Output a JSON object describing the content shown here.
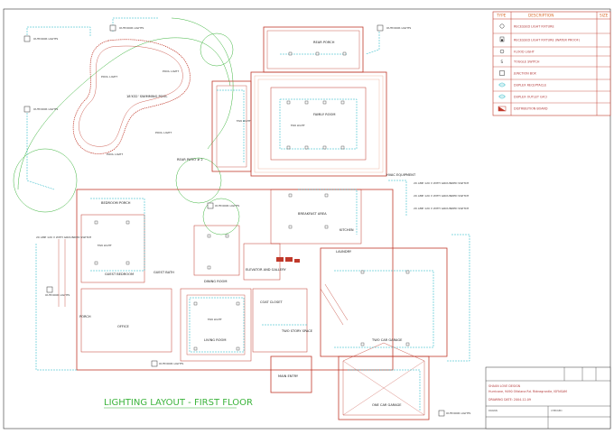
{
  "title": "LIGHTING LAYOUT - FIRST FLOOR",
  "legend": {
    "headers": {
      "type": "TYPE",
      "description": "DESCRIPTION",
      "size": "SIZE"
    },
    "items": [
      {
        "icon": "recessed-light-icon",
        "label": "RECESSED LIGHT FIXTURE"
      },
      {
        "icon": "recessed-light-water-proof-icon",
        "label": "RECESSED LIGHT FIXTURE (WATER PROOF)"
      },
      {
        "icon": "flood-light-icon",
        "label": "FLOOD LIGHT"
      },
      {
        "icon": "toggle-switch-icon",
        "label": "TOGGLE SWITCH"
      },
      {
        "icon": "junction-box-icon",
        "label": "JUNCTION BOX"
      },
      {
        "icon": "duplex-receptacle-icon",
        "label": "DUPLEX RECEPTACLE"
      },
      {
        "icon": "duplex-outlet-gfci-icon",
        "label": "DUPLEX OUTLET GFCI"
      },
      {
        "icon": "distribution-board-icon",
        "label": "DISTRIBUTION BOARD"
      }
    ]
  },
  "rooms": [
    {
      "id": "rear-porch",
      "label": "REAR PORCH"
    },
    {
      "id": "family-room",
      "label": "FAMILY ROOM"
    },
    {
      "id": "rear-patio",
      "label": "REAR PATIO # 2"
    },
    {
      "id": "pool",
      "label": "18'X32' SWIMMING POOL"
    },
    {
      "id": "bedroom-porch",
      "label": "BEDROOM PORCH"
    },
    {
      "id": "guest-bedroom",
      "label": "GUEST BEDROOM"
    },
    {
      "id": "guest-bath",
      "label": "GUEST BATH"
    },
    {
      "id": "dining-room",
      "label": "DINING ROOM"
    },
    {
      "id": "breakfast-area",
      "label": "BREAKFAST AREA"
    },
    {
      "id": "kitchen",
      "label": "KITCHEN"
    },
    {
      "id": "elevator",
      "label": "ELEVATOR AND GALLERY"
    },
    {
      "id": "living-room",
      "label": "LIVING ROOM"
    },
    {
      "id": "office",
      "label": "OFFICE"
    },
    {
      "id": "two-car-garage",
      "label": "TWO CAR GARAGE"
    },
    {
      "id": "one-car-garage",
      "label": "ONE CAR GARAGE"
    },
    {
      "id": "main-entry",
      "label": "MAIN ENTRY"
    },
    {
      "id": "coat-closet",
      "label": "COAT CLOSET"
    },
    {
      "id": "laundry",
      "label": "LAUNDRY"
    },
    {
      "id": "two-story-space",
      "label": "TWO STORY SPACE"
    },
    {
      "id": "hvac",
      "label": "HVAC EQUIPMENT"
    },
    {
      "id": "porch-front",
      "label": "PORCH"
    }
  ],
  "fixture_labels": {
    "outdoor_light": "OUTDOOR LIGHTS",
    "pool_light": "POOL LIGHT",
    "fan_light": "FAN LIGHT",
    "gfci_switch": "20 AMP 120 V WITH GROUNDED SWITCH"
  },
  "title_block": {
    "company": "SHAUN LOVE DESIGN",
    "address": "Hurricane, 9490 Olfalana Rd. Ridnegrantle, ISFNSAM",
    "drawing": "DRAWING DATE: 2004-12-09",
    "drawn_by": "DRAWN",
    "checked": "CHECKED"
  },
  "colors": {
    "wall": "#c0392b",
    "circuit": "#17b3c2",
    "accent": "#3cb43c",
    "legend_border": "#c0392b"
  }
}
